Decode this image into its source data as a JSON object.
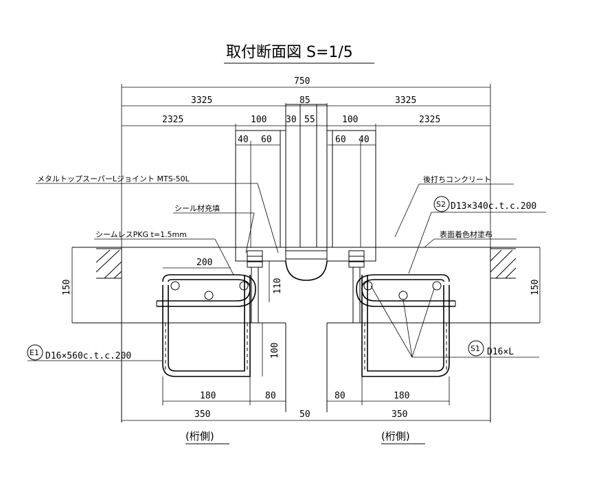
{
  "title": "取付断面図 S=1/5",
  "dimensions": {
    "overall": "750",
    "left_half": "3325",
    "center": "85",
    "right_half": "3325",
    "left_outer": "2325",
    "left_inner": "100",
    "gap_a": "30",
    "gap_b": "55",
    "right_inner": "100",
    "right_outer": "2325",
    "left_40": "40",
    "left_60": "60",
    "right_60": "60",
    "right_40": "40",
    "left_200": "200",
    "height_110": "110",
    "left_150": "150",
    "right_150": "150",
    "height_100": "100",
    "left_180": "180",
    "left_80": "80",
    "right_80": "80",
    "right_180": "180",
    "left_350": "350",
    "center_50": "50",
    "right_350": "350"
  },
  "labels": {
    "joint": "メタルトップスーパーLジョイント MTS-50L",
    "sealant": "シール材充填",
    "pkg": "シームレスPKG t=1.5mm",
    "concrete": "後打ちコンクリート",
    "s2_mark": "S2",
    "s2_spec": "D13×340c.t.c.200",
    "coating": "表面着色材塗布",
    "e1_mark": "E1",
    "e1_spec": "D16×560c.t.c.200",
    "s1_mark": "S1",
    "s1_spec": "D16×L",
    "girder_left": "(桁側)",
    "girder_right": "(桁側)"
  }
}
